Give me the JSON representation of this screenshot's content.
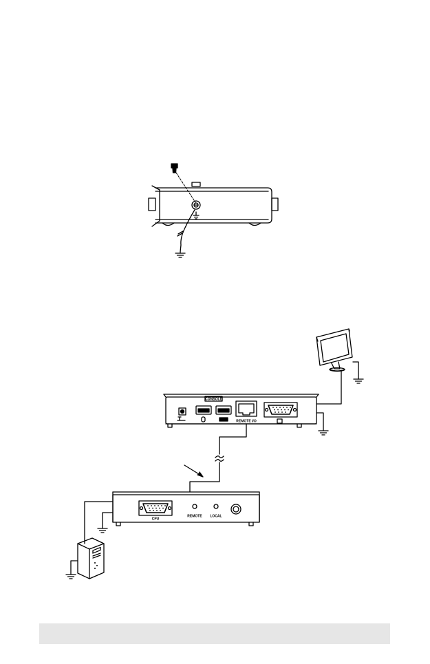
{
  "labels": {
    "console": "CONSOLE",
    "remote_io": "REMOTE I/O",
    "cpu": "CPU",
    "remote": "REMOTE",
    "local": "LOCAL"
  },
  "icons": [
    "screw-icon",
    "ground-symbol-icon",
    "monitor-icon",
    "computer-tower-icon",
    "mouse-port-icon",
    "keyboard-port-icon",
    "power-jack-icon"
  ]
}
